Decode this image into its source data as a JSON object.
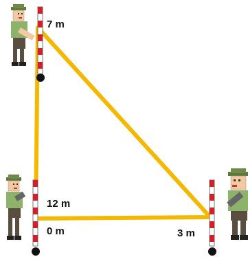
{
  "labels": {
    "top_mark": "7 m",
    "bottom_upper_mark": "12 m",
    "bottom_lower_mark": "0 m",
    "right_mark": "3 m"
  },
  "colors": {
    "rope": "#F5B800",
    "pole_red": "#D0202A",
    "pole_white": "#FFFFFF",
    "shirt": "#8CB369",
    "hat": "#5E7A3A",
    "skin": "#F2C9A0",
    "pants": "#5A4E40",
    "boots": "#222222"
  },
  "figure": {
    "description_items": [
      "surveyor-left-top",
      "surveyor-left-bottom",
      "surveyor-right"
    ]
  }
}
